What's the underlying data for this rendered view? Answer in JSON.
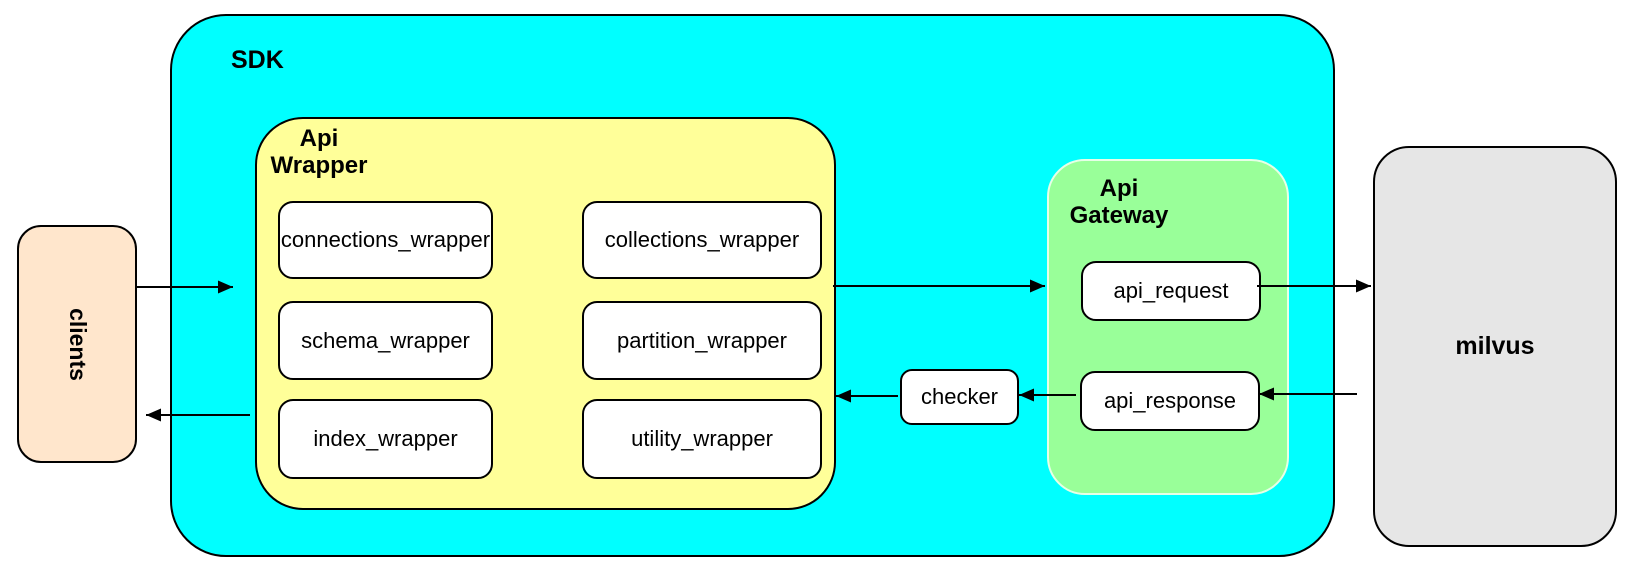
{
  "colors": {
    "canvas-bg": "#ffffff",
    "sdk-fill": "#00ffff",
    "wrapper-fill": "#ffff99",
    "gateway-fill": "#99ff99",
    "gateway-border": "#e6ffe6",
    "clients-fill": "#ffe6cc",
    "milvus-fill": "#e6e6e6",
    "node-fill": "#ffffff",
    "stroke": "#000000"
  },
  "sdk": {
    "label": "SDK"
  },
  "clients": {
    "label": "clients"
  },
  "api_wrapper": {
    "label_line1": "Api",
    "label_line2": "Wrapper",
    "boxes": [
      {
        "label": "connections_wrapper"
      },
      {
        "label": "collections_wrapper"
      },
      {
        "label": "schema_wrapper"
      },
      {
        "label": "partition_wrapper"
      },
      {
        "label": "index_wrapper"
      },
      {
        "label": "utility_wrapper"
      }
    ]
  },
  "api_gateway": {
    "label_line1": "Api",
    "label_line2": "Gateway",
    "boxes": [
      {
        "label": "api_request"
      },
      {
        "label": "api_response"
      }
    ]
  },
  "checker": {
    "label": "checker"
  },
  "milvus": {
    "label": "milvus"
  },
  "arrows": [
    {
      "from": "clients",
      "to": "sdk"
    },
    {
      "from": "api_wrapper",
      "to": "clients"
    },
    {
      "from": "api_wrapper",
      "to": "api_request"
    },
    {
      "from": "api_request",
      "to": "milvus"
    },
    {
      "from": "milvus",
      "to": "api_response"
    },
    {
      "from": "api_response",
      "to": "checker"
    },
    {
      "from": "checker",
      "to": "api_wrapper"
    }
  ]
}
